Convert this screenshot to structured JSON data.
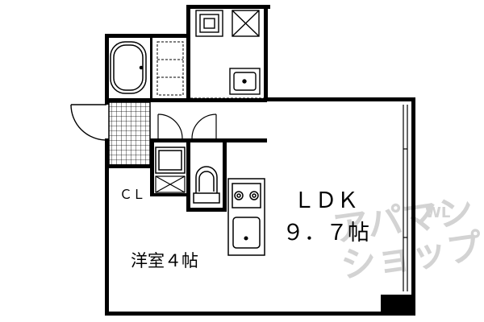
{
  "rooms": {
    "ldk_line1": "ＬＤＫ",
    "ldk_line2": "９．７帖",
    "western": "洋室４帖",
    "closet": "ＣＬ"
  },
  "watermark": {
    "line1": "アパマン",
    "line2": "ショップ",
    "logo_small": "WL"
  },
  "colors": {
    "wall": "#000000",
    "background": "#ffffff",
    "watermark": "#d3d3d3"
  }
}
